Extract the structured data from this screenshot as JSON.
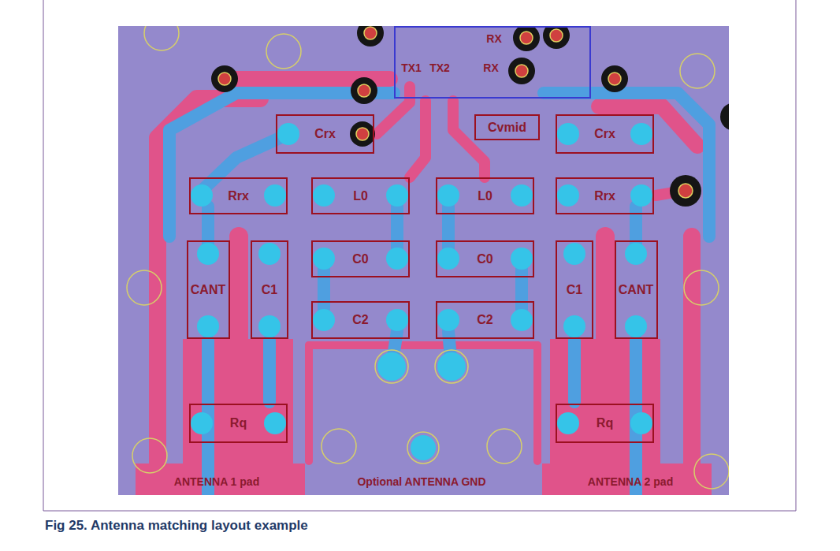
{
  "diagram": {
    "caption": "Fig 25. Antenna matching layout example",
    "nodes": [
      {
        "text": [
          "RX",
          "TX1",
          "TX2",
          "RX"
        ]
      },
      {
        "text": [
          "Crx"
        ]
      },
      {
        "text": [
          "Cvmid"
        ]
      },
      {
        "text": [
          "Crx"
        ]
      },
      {
        "text": [
          "Rrx"
        ]
      },
      {
        "text": [
          "L0"
        ]
      },
      {
        "text": [
          "L0"
        ]
      },
      {
        "text": [
          "Rrx"
        ]
      },
      {
        "text": [
          "CANT"
        ]
      },
      {
        "text": [
          "C1"
        ]
      },
      {
        "text": [
          "C0"
        ]
      },
      {
        "text": [
          "C0"
        ]
      },
      {
        "text": [
          "C1"
        ]
      },
      {
        "text": [
          "CANT"
        ]
      },
      {
        "text": [
          "C2"
        ]
      },
      {
        "text": [
          "C2"
        ]
      },
      {
        "text": [
          "Rq"
        ]
      },
      {
        "text": [
          "Rq"
        ]
      }
    ],
    "labels": [
      "ANTENNA 1 pad",
      "Optional ANTENNA GND",
      "ANTENNA 2 pad"
    ]
  }
}
